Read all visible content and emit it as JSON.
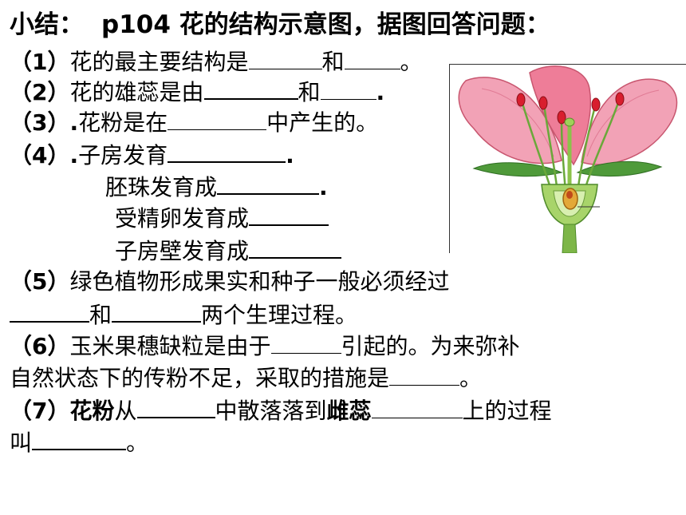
{
  "title": {
    "label": "小结：",
    "ref": "p104",
    "rest": "花的结构示意图，据图回答问题："
  },
  "q1": {
    "num": "（1）",
    "text1": "花的最主要结构是",
    "text2": "和",
    "tail": "。"
  },
  "q2": {
    "num": "（2）",
    "text1": "花的雄蕊是由",
    "text2": "和",
    "tail": "."
  },
  "q3": {
    "num": "（3）",
    "dot": ".",
    "text1": "花粉是在",
    "text2": "中产生的。"
  },
  "q4": {
    "num": "（4）",
    "dot": ".",
    "text1": "子房发育",
    "tail": ".",
    "sub1": "胚珠发育成",
    "sub1_tail": ".",
    "sub2": "受精卵发育成",
    "sub3": "子房壁发育成"
  },
  "q5": {
    "num": "（5）",
    "text1": "绿色植物形成果实和种子一般必须经过",
    "text2": "和",
    "text3": "两个生理过程。"
  },
  "q6": {
    "num": "（6）",
    "text1": "玉米果穗缺粒是由于",
    "text2": "引起的。为来弥补",
    "line2": "自然状态下的传粉不足，采取的措施是",
    "tail": "。"
  },
  "q7": {
    "num": "（7）",
    "bold1": "花粉",
    "text1": "从",
    "text2": "中散落落到",
    "bold2": "雌蕊",
    "text3": "上的过程",
    "line2": "叫",
    "tail": "。"
  },
  "colors": {
    "petal": "#e8738f",
    "petal_light": "#f6b3c4",
    "stem": "#7db648",
    "anther": "#d81e2e",
    "ovary": "#e3a838"
  },
  "figure_icon": "flower-structure-diagram"
}
